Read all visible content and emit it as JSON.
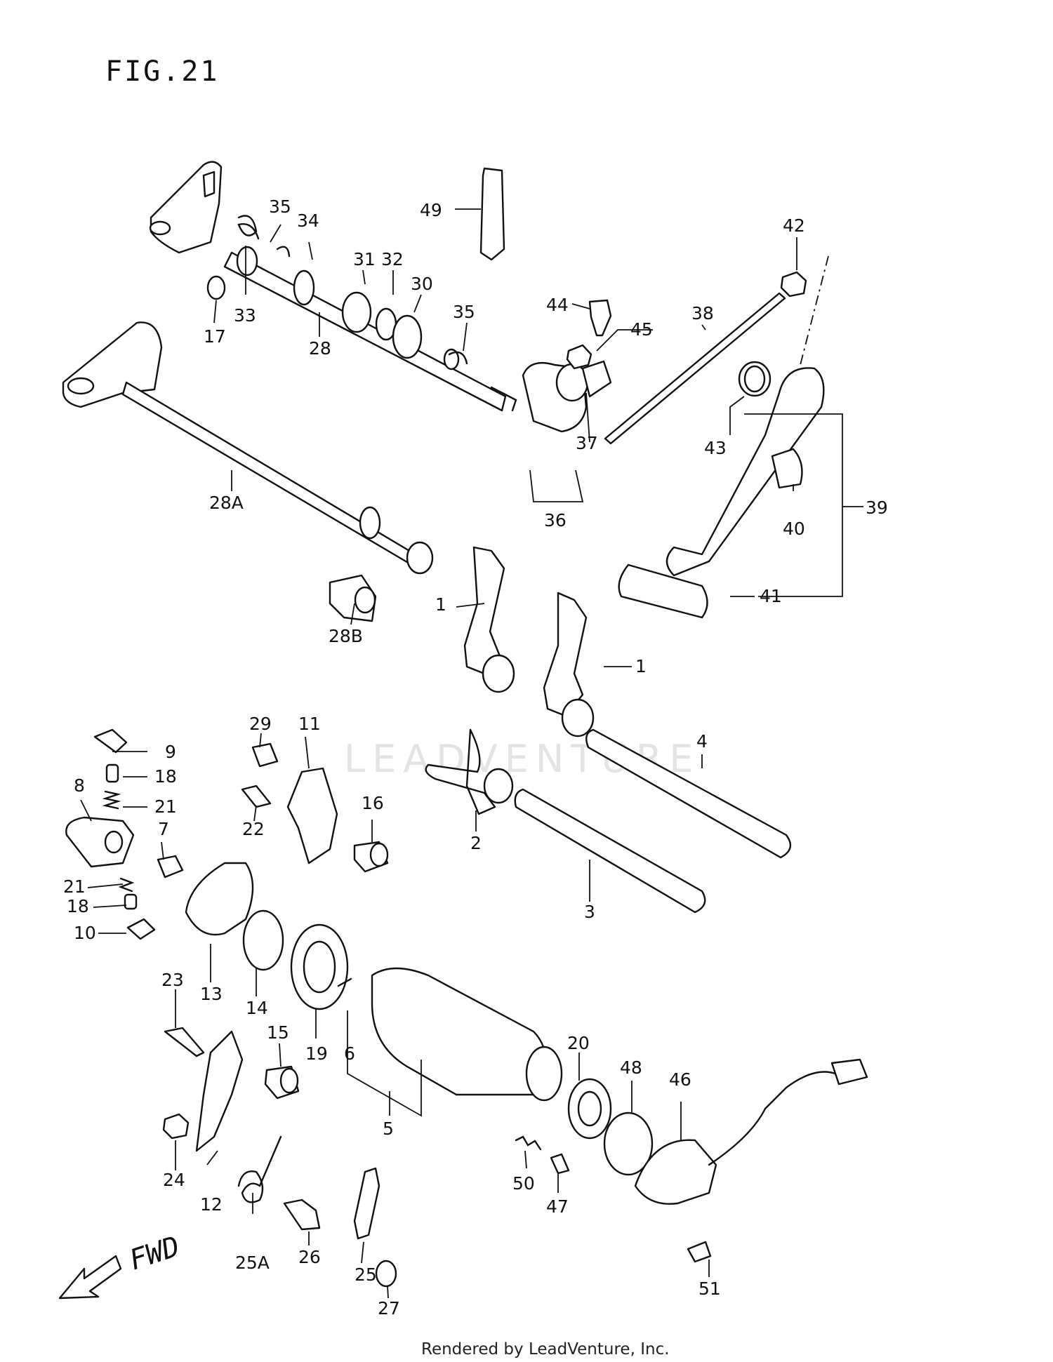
{
  "figure": {
    "title": "FIG.21"
  },
  "direction": {
    "label": "FWD"
  },
  "watermark": {
    "text": "LEADVENTURE"
  },
  "footer": {
    "credit": "Rendered by LeadVenture, Inc."
  },
  "callouts": [
    "1",
    "1",
    "2",
    "3",
    "4",
    "5",
    "6",
    "7",
    "8",
    "9",
    "10",
    "11",
    "12",
    "13",
    "14",
    "15",
    "16",
    "17",
    "18",
    "18",
    "19",
    "20",
    "21",
    "21",
    "22",
    "23",
    "24",
    "25",
    "25A",
    "26",
    "27",
    "28",
    "28A",
    "28B",
    "29",
    "30",
    "31",
    "32",
    "33",
    "34",
    "35",
    "35",
    "36",
    "37",
    "38",
    "39",
    "40",
    "41",
    "42",
    "43",
    "44",
    "45",
    "46",
    "47",
    "48",
    "49",
    "50",
    "51"
  ]
}
